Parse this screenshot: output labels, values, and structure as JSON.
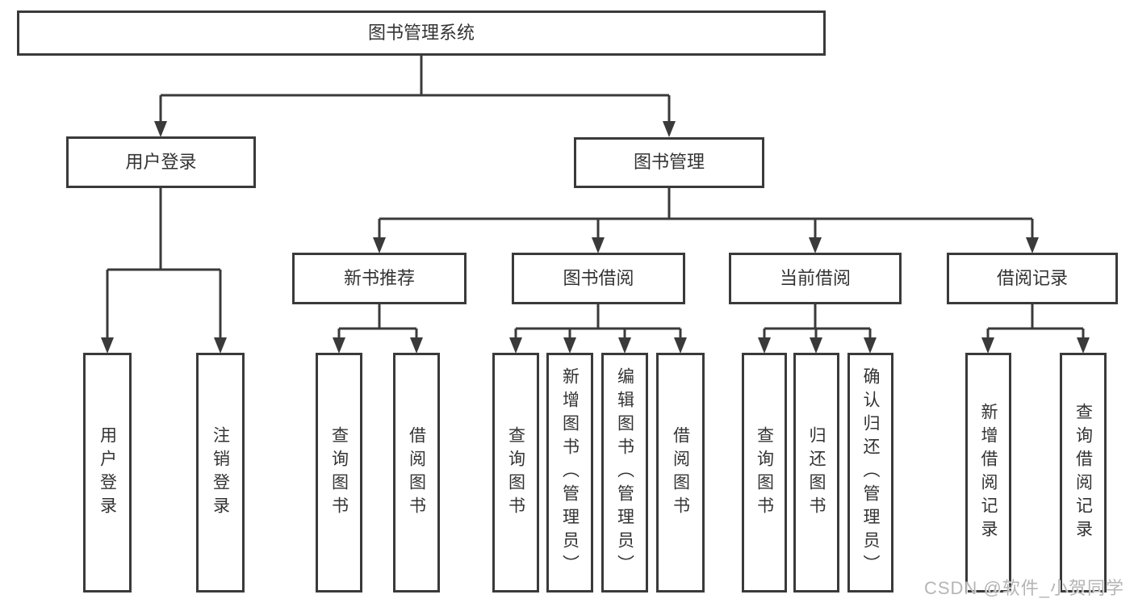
{
  "diagram": {
    "type": "tree",
    "title": "图书管理系统",
    "line_color": "#3a3a3a",
    "text_color": "#333333",
    "background_color": "#ffffff"
  },
  "tree": {
    "root": {
      "label": "图书管理系统",
      "children": [
        {
          "label": "用户登录",
          "children": [
            {
              "label": "用户登录"
            },
            {
              "label": "注销登录"
            }
          ]
        },
        {
          "label": "图书管理",
          "children": [
            {
              "label": "新书推荐",
              "children": [
                {
                  "label": "查询图书"
                },
                {
                  "label": "借阅图书"
                }
              ]
            },
            {
              "label": "图书借阅",
              "children": [
                {
                  "label": "查询图书"
                },
                {
                  "label": "新增图书（管理员）"
                },
                {
                  "label": "编辑图书（管理员）"
                },
                {
                  "label": "借阅图书"
                }
              ]
            },
            {
              "label": "当前借阅",
              "children": [
                {
                  "label": "查询图书"
                },
                {
                  "label": "归还图书"
                },
                {
                  "label": "确认归还（管理员）"
                }
              ]
            },
            {
              "label": "借阅记录",
              "children": [
                {
                  "label": "新增借阅记录"
                },
                {
                  "label": "查询借阅记录"
                }
              ]
            }
          ]
        }
      ]
    }
  },
  "watermark": {
    "text": "CSDN @软件_小贺同学",
    "color": "#b5b5b5"
  }
}
